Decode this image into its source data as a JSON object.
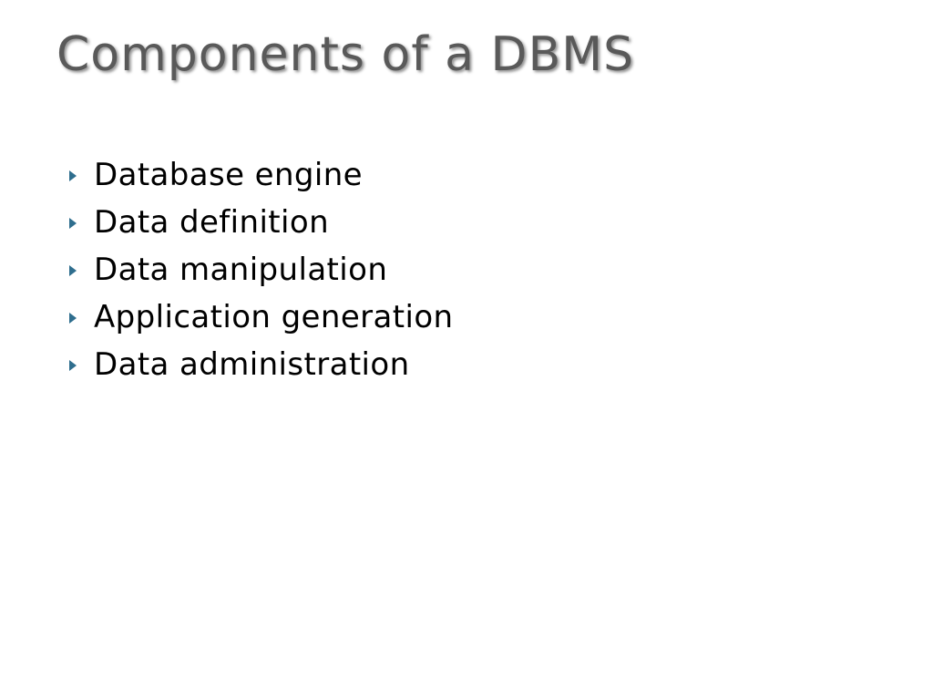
{
  "slide": {
    "title": "Components of a DBMS",
    "bullets": [
      "Database engine",
      "Data definition",
      "Data manipulation",
      "Application generation",
      "Data administration"
    ],
    "bullet_icon": "triangle-right-icon",
    "colors": {
      "title": "#595959",
      "bullet_icon": "#2f6e8e",
      "text": "#000000",
      "background": "#ffffff"
    }
  }
}
